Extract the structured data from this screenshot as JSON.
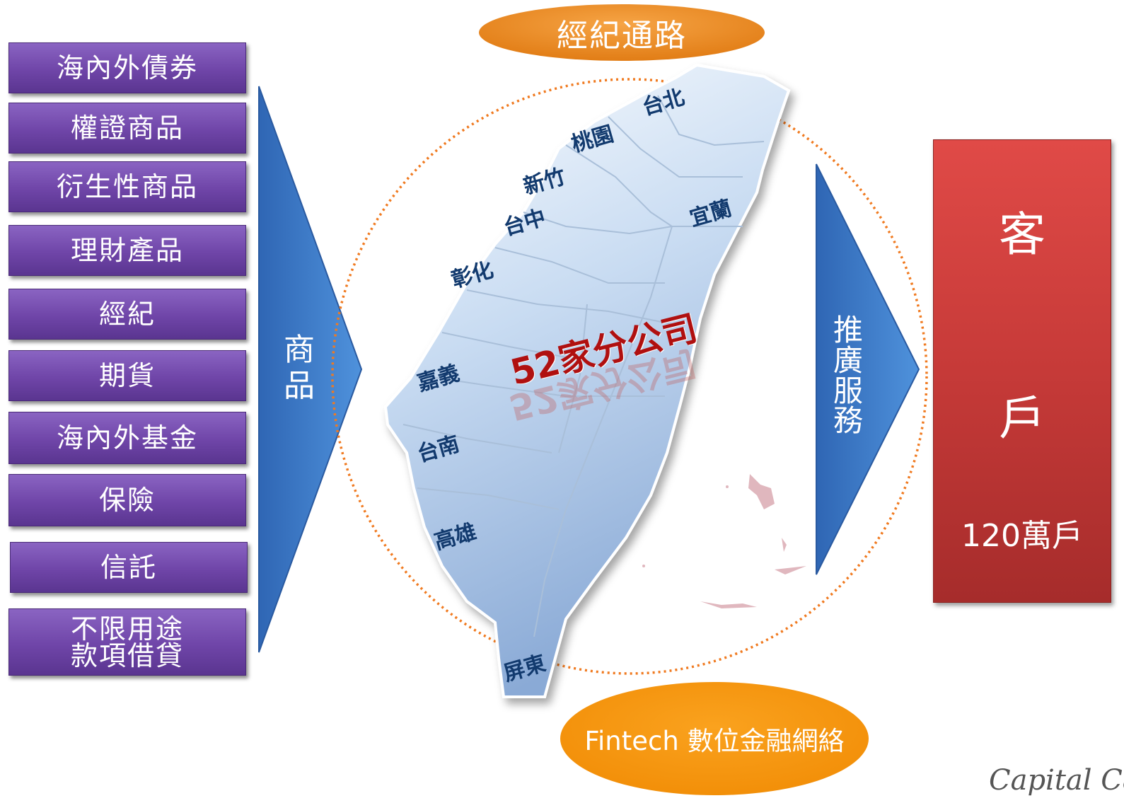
{
  "products": [
    "海內外債券",
    "權證商品",
    "衍生性商品",
    "理財產品",
    "經紀",
    "期貨",
    "海內外基金",
    "保險",
    "信託",
    [
      "不限用途",
      "款項借貸"
    ]
  ],
  "arrows": {
    "left_label": [
      "商",
      "品"
    ],
    "right_label": [
      "推",
      "廣",
      "服",
      "務"
    ]
  },
  "top_oval": "經紀通路",
  "bottom_oval": "Fintech 數位金融網絡",
  "cities": [
    "台北",
    "桃園",
    "新竹",
    "台中",
    "宜蘭",
    "彰化",
    "嘉義",
    "台南",
    "高雄",
    "屏東"
  ],
  "branches": "52家分公司",
  "customer": {
    "char1": "客",
    "char2": "戶",
    "count": "120萬戶"
  },
  "logo_text": "Capital Ca",
  "colors": {
    "product_box": "#7451b0",
    "arrow_blue": "#3f7fd0",
    "orange": "#f0901a",
    "customer_red": "#c63a38",
    "city_text": "#123a6e",
    "branch_text": "#b01010"
  }
}
